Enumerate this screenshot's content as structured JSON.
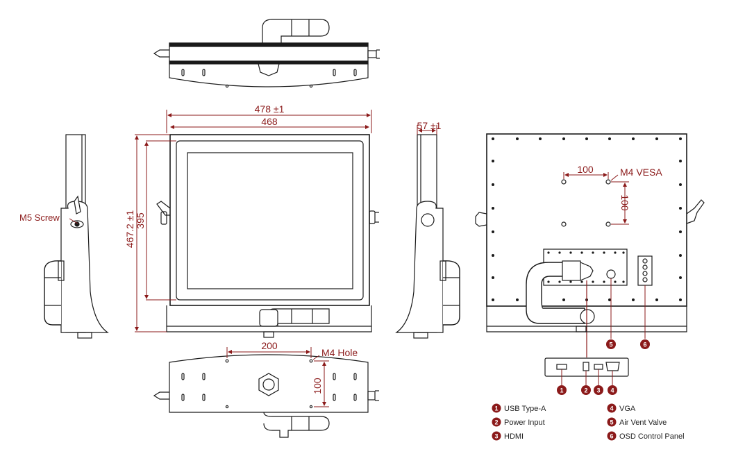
{
  "colors": {
    "dimension": "#8b1a1a",
    "outline": "#1a1a1a",
    "badge": "#8b1a1a"
  },
  "dimensions": {
    "overall_width": "478 ±1",
    "screen_width": "468",
    "overall_height": "467.2 ±1",
    "screen_height": "395",
    "depth": "57 ±1",
    "vesa_horizontal": "100",
    "vesa_vertical": "100",
    "hole_spacing_horizontal": "200",
    "hole_spacing_vertical": "100"
  },
  "callouts": {
    "m5_screw": "M5 Screw",
    "m4_vesa": "M4 VESA",
    "m4_hole": "M4 Hole"
  },
  "legend": [
    {
      "num": "1",
      "label": "USB Type-A"
    },
    {
      "num": "2",
      "label": "Power Input"
    },
    {
      "num": "3",
      "label": "HDMI"
    },
    {
      "num": "4",
      "label": "VGA"
    },
    {
      "num": "5",
      "label": "Air Vent Valve"
    },
    {
      "num": "6",
      "label": "OSD Control Panel"
    }
  ]
}
